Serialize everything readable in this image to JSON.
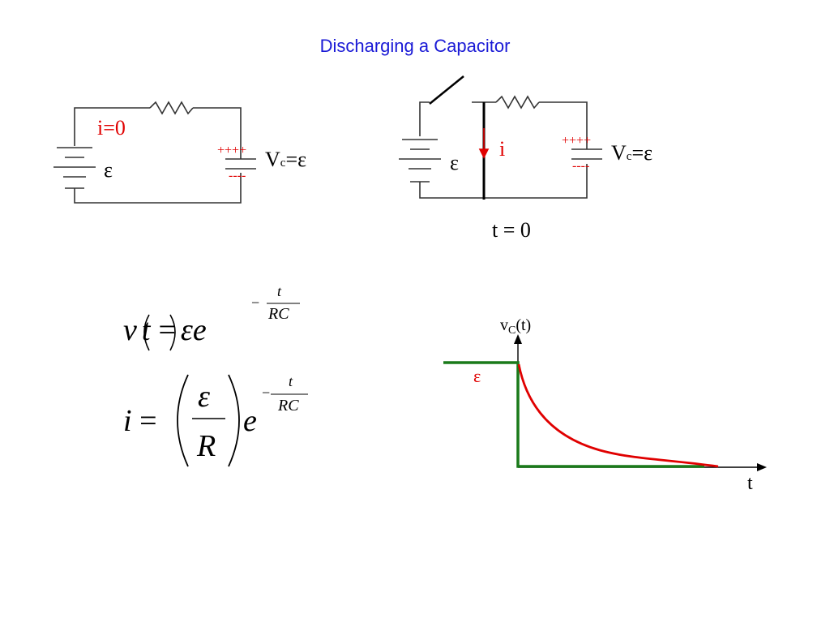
{
  "title": "Discharging a Capacitor",
  "circuit1": {
    "current_label": "i=0",
    "emf_label": "ε",
    "plus_label": "++++",
    "minus_label": "----",
    "vc_main": "V",
    "vc_sub": "c",
    "vc_rest": "=ε"
  },
  "circuit2": {
    "emf_label": "ε",
    "current_label": "i",
    "plus_label": "++++",
    "minus_label": "----",
    "vc_main": "V",
    "vc_sub": "c",
    "vc_rest": "=ε",
    "time_label": "t = 0"
  },
  "equations": {
    "v_lhs": "v(t) = εe",
    "v_exp_sign": "−",
    "v_exp_num": "t",
    "v_exp_den": "RC",
    "i_lhs": "i =",
    "i_frac_num": "ε",
    "i_frac_den": "R",
    "i_base": "e",
    "i_exp_sign": "−",
    "i_exp_num": "t",
    "i_exp_den": "RC"
  },
  "graph": {
    "y_axis_label_main": "v",
    "y_axis_label_sub": "C",
    "y_axis_label_rest": "(t)",
    "x_axis_label": "t",
    "emf_level_label": "ε",
    "colors": {
      "step": "#1a7a1a",
      "decay": "#e00000"
    }
  }
}
